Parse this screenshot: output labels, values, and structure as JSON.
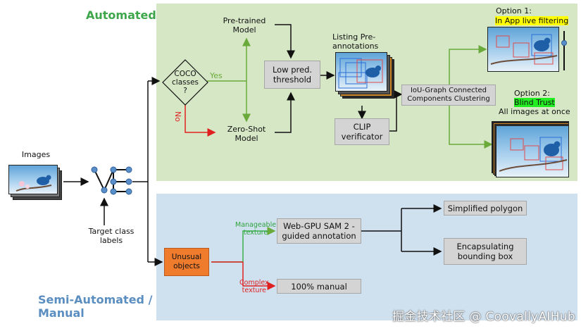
{
  "sections": {
    "automated": "Automated",
    "semi_line1": "Semi-Automated /",
    "semi_line2": "Manual"
  },
  "inputs": {
    "images": "Images",
    "target_line1": "Target class",
    "target_line2": "labels"
  },
  "automated": {
    "decision": "COCO\nclasses\n?",
    "yes": "Yes",
    "no": "No",
    "pretrained": "Pre-trained\nModel",
    "zeroshot": "Zero-Shot\nModel",
    "threshold": "Low pred.\nthreshold",
    "listing": "Listing Pre-\nannotations",
    "clip": "CLIP\nverificator",
    "clustering": "IoU-Graph Connected\nComponents Clustering",
    "opt1_title": "Option 1:",
    "opt1_desc": "In App live filtering",
    "opt2_title": "Option 2:",
    "opt2_desc": "Blind Trust",
    "opt2_sub": "All images at once"
  },
  "manual": {
    "unusual": "Unusual\nobjects",
    "manageable": "Manageable\ntexture",
    "complex": "Complex\ntexture",
    "sam": "Web-GPU SAM 2 -\nguided annotation",
    "manual": "100% manual",
    "polygon": "Simplified polygon",
    "bbox": "Encapsulating\nbounding box"
  },
  "watermark": "掘金技术社区 @ CoovallyAIHub",
  "colors": {
    "automated_bg": "#d6e7c6",
    "semi_bg": "#cfe0ef",
    "yes_green": "#6aaa3a",
    "no_red": "#e02020",
    "unusual_orange": "#ef7b2d"
  }
}
